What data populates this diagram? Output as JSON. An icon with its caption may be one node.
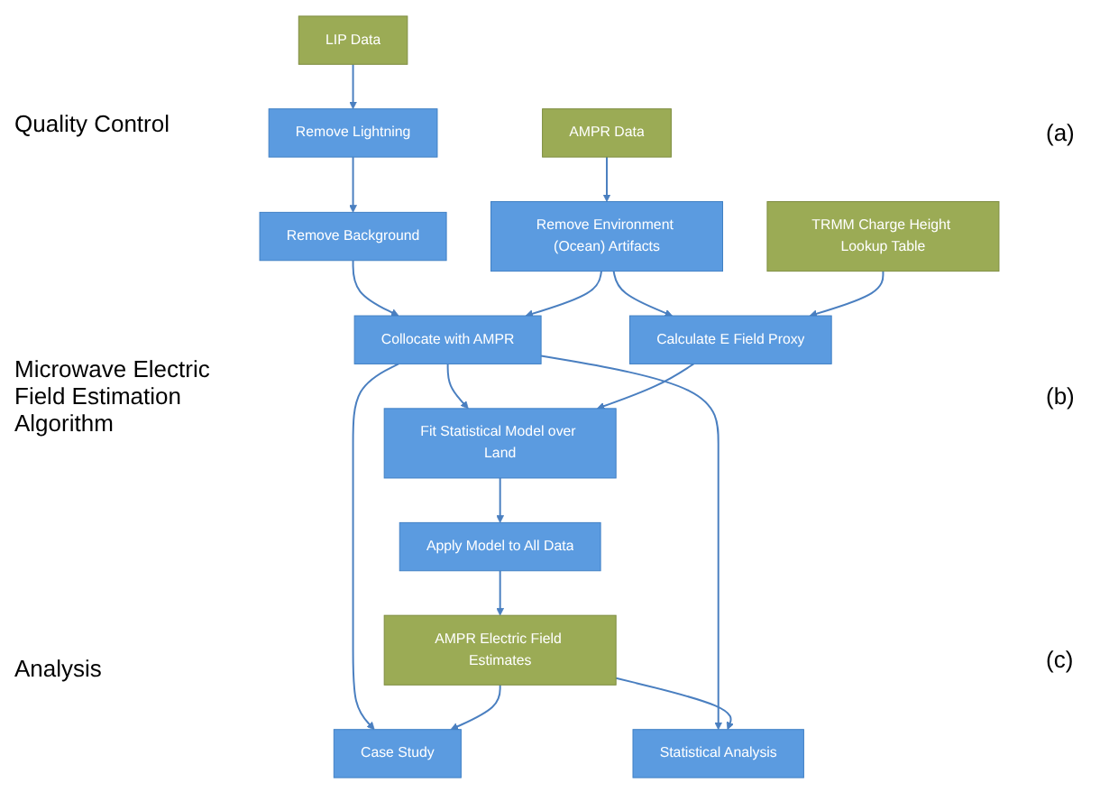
{
  "diagram": {
    "nodes": [
      {
        "text": [
          "LIP Data"
        ]
      },
      {
        "text": [
          "AMPR Data"
        ]
      },
      {
        "text": [
          "Remove Lightning"
        ]
      },
      {
        "text": [
          "Remove Background"
        ]
      },
      {
        "text": [
          "Collocate with AMPR"
        ]
      },
      {
        "text": [
          "Remove Environment (Ocean) Artifacts"
        ]
      },
      {
        "text": [
          "Calculate E Field Proxy"
        ]
      },
      {
        "text": [
          "TRMM Charge Height Lookup Table"
        ]
      },
      {
        "text": [
          "Fit Statistical Model over Land"
        ]
      },
      {
        "text": [
          "Apply Model to All Data"
        ]
      },
      {
        "text": [
          "AMPR Electric Field Estimates"
        ]
      },
      {
        "text": [
          "Statistical Analysis"
        ]
      },
      {
        "text": [
          "Case Study"
        ]
      }
    ],
    "edges": [
      {
        "from": 0,
        "to": 2,
        "arrow": "to"
      },
      {
        "from": 2,
        "to": 3,
        "arrow": "to"
      },
      {
        "from": 3,
        "to": 4,
        "arrow": "to"
      },
      {
        "from": 1,
        "to": 5,
        "arrow": "to"
      },
      {
        "from": 5,
        "to": 4,
        "arrow": "to"
      },
      {
        "from": 5,
        "to": 6,
        "arrow": "to"
      },
      {
        "from": 7,
        "to": 6,
        "arrow": "to"
      },
      {
        "from": 4,
        "to": 8,
        "arrow": "to"
      },
      {
        "from": 6,
        "to": 8,
        "arrow": "to"
      },
      {
        "from": 8,
        "to": 9,
        "arrow": "to"
      },
      {
        "from": 9,
        "to": 10,
        "arrow": "to"
      },
      {
        "from": 4,
        "to": 11,
        "arrow": "to"
      },
      {
        "from": 4,
        "to": 12,
        "arrow": "to"
      },
      {
        "from": 10,
        "to": 12,
        "arrow": "to"
      },
      {
        "from": 10,
        "to": 11,
        "arrow": "to"
      }
    ],
    "labels": [
      "(a)",
      "Quality Control",
      "(b)",
      "Microwave Electric Field Estimation Algorithm",
      "(c)",
      "Analysis"
    ]
  }
}
